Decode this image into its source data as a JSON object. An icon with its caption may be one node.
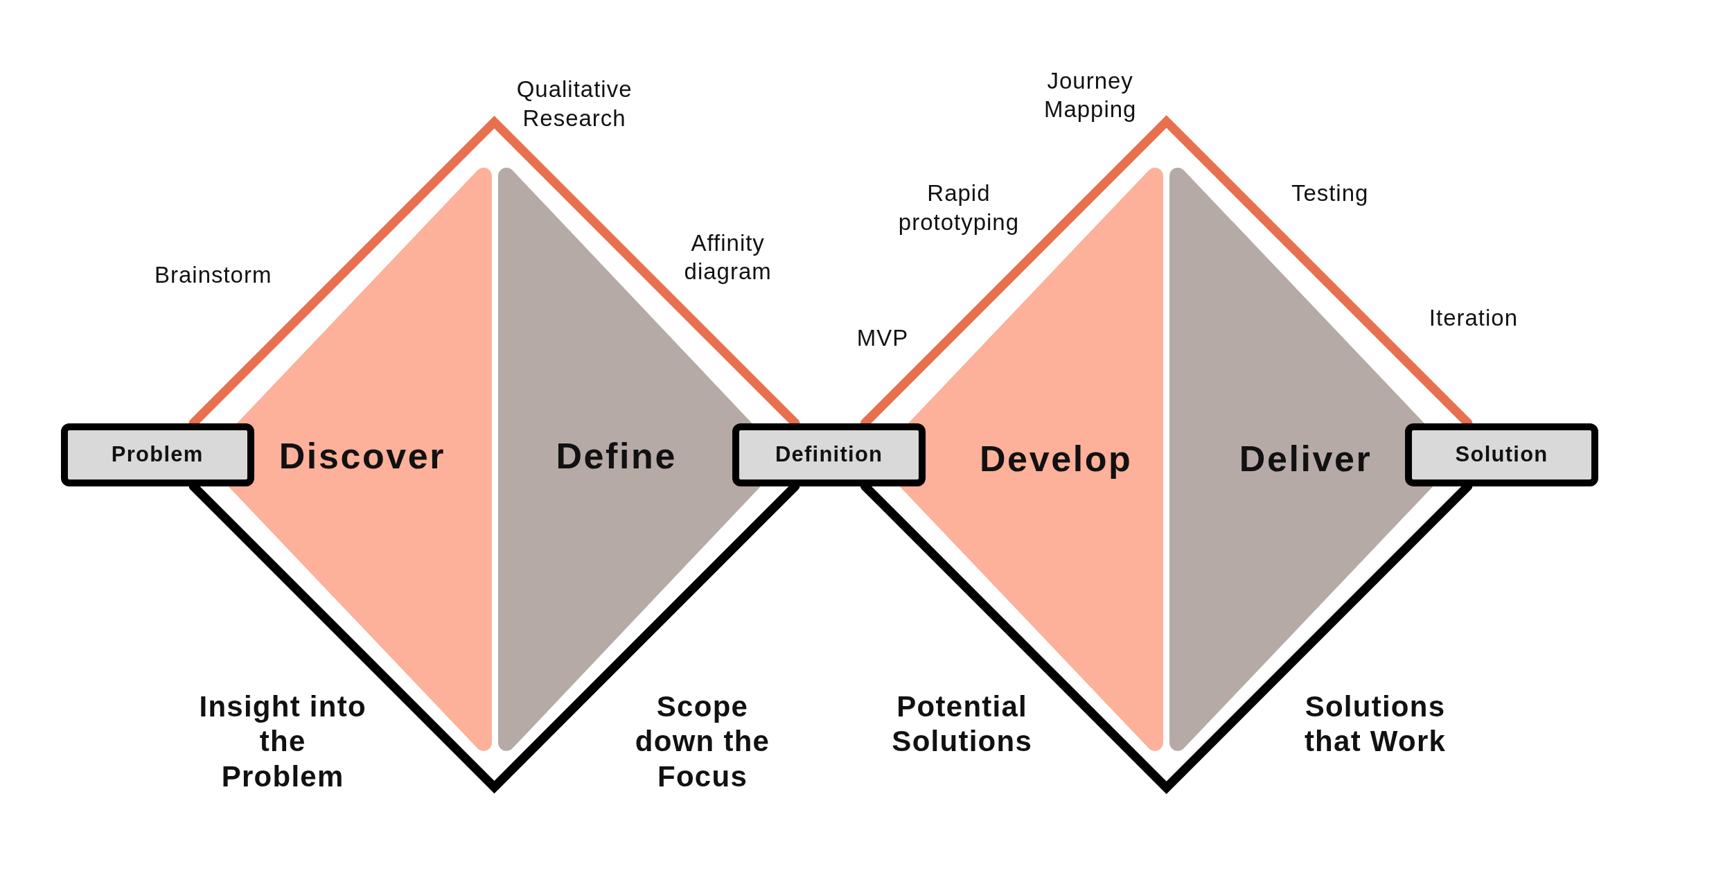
{
  "diagram": {
    "nodes": [
      {
        "text": [
          "Problem"
        ]
      },
      {
        "text": [
          "Discover"
        ]
      },
      {
        "text": [
          "Define"
        ]
      },
      {
        "text": [
          "Definition"
        ]
      },
      {
        "text": [
          "Develop"
        ]
      },
      {
        "text": [
          "Deliver"
        ]
      },
      {
        "text": [
          "Solution"
        ]
      }
    ],
    "edges": [
      {
        "from": 0,
        "to": 3,
        "arrow": "none",
        "color": "#e8704f"
      },
      {
        "from": 0,
        "to": 3,
        "arrow": "none",
        "color": "#000000"
      },
      {
        "from": 3,
        "to": 6,
        "arrow": "none",
        "color": "#e8704f"
      },
      {
        "from": 3,
        "to": 6,
        "arrow": "none",
        "color": "#000000"
      }
    ],
    "labels": [
      "Journey Mapping",
      "Qualitative Research",
      "Rapid prototyping",
      "Testing",
      "Affinity diagram",
      "Brainstorm",
      "Iteration",
      "MVP",
      "Insight into the Problem",
      "Scope down the Focus",
      "Potential Solutions",
      "Solutions that Work"
    ]
  }
}
